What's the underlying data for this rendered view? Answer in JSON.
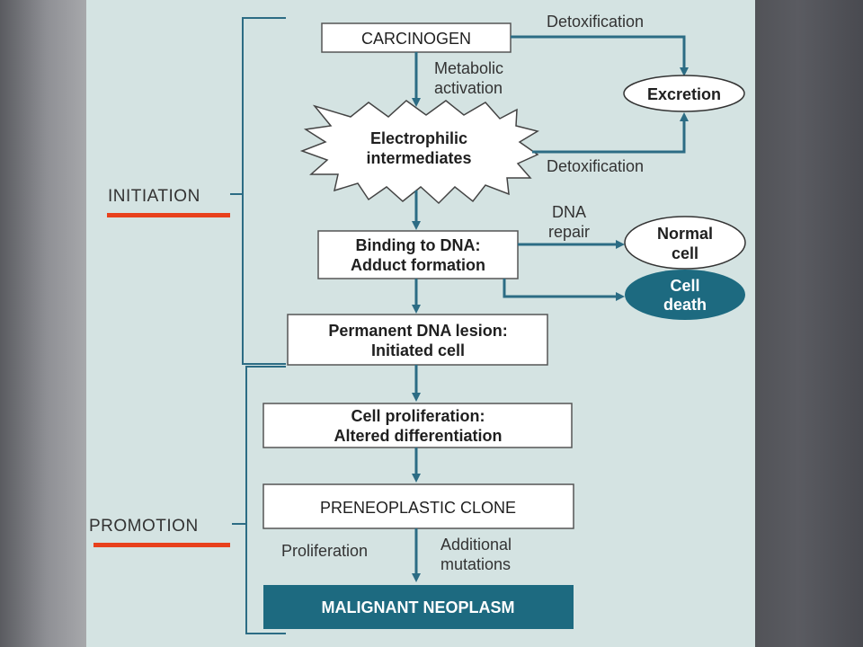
{
  "phases": {
    "initiation": "INITIATION",
    "promotion": "PROMOTION"
  },
  "nodes": {
    "carcinogen": "CARCINOGEN",
    "electrophilic": [
      "Electrophilic",
      "intermediates"
    ],
    "excretion": "Excretion",
    "binding": [
      "Binding to DNA:",
      "Adduct formation"
    ],
    "normal_cell": [
      "Normal",
      "cell"
    ],
    "cell_death": [
      "Cell",
      "death"
    ],
    "permanent": [
      "Permanent DNA lesion:",
      "Initiated cell"
    ],
    "proliferation": [
      "Cell proliferation:",
      "Altered differentiation"
    ],
    "preneoplastic": "PRENEOPLASTIC CLONE",
    "malignant": "MALIGNANT NEOPLASM"
  },
  "edge_labels": {
    "detox_top": "Detoxification",
    "metabolic": [
      "Metabolic",
      "activation"
    ],
    "detox_bottom": "Detoxification",
    "dna_repair": [
      "DNA",
      "repair"
    ],
    "proliferation_left": "Proliferation",
    "additional": [
      "Additional",
      "mutations"
    ]
  },
  "colors": {
    "panel": "#d4e3e2",
    "arrow": "#2c6c84",
    "dark_node": "#1d6a80",
    "underline": "#e8401c"
  }
}
